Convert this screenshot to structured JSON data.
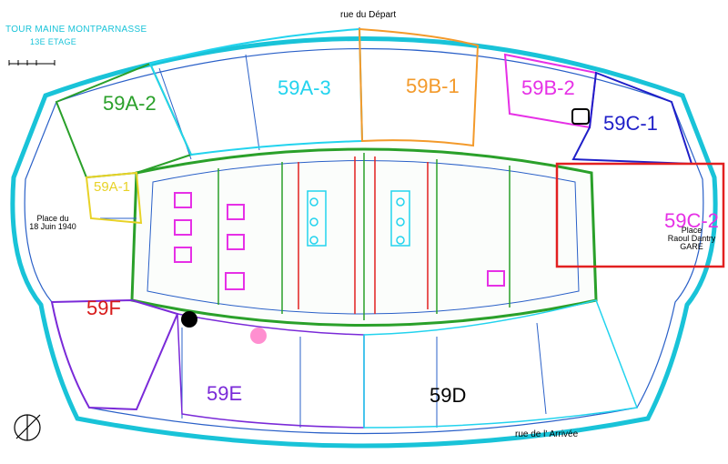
{
  "title": {
    "building": "TOUR MAINE MONTPARNASSE",
    "floor": "13E ETAGE"
  },
  "streets": {
    "north": "rue du Départ",
    "south": "rue de l' Arrivée"
  },
  "places": {
    "west_line1": "Place du",
    "west_line2": "18 Juin 1940",
    "east_line1": "Place",
    "east_line2": "Raoul Dantry",
    "east_line3": "GARE"
  },
  "zones": [
    {
      "label": "59A-2",
      "color": "#2aa02a"
    },
    {
      "label": "59A-3",
      "color": "#22d3ee"
    },
    {
      "label": "59B-1",
      "color": "#f39a2b"
    },
    {
      "label": "59B-2",
      "color": "#e630e6"
    },
    {
      "label": "59C-1",
      "color": "#1f1fc8"
    },
    {
      "label": "59A-1",
      "color": "#e8d227"
    },
    {
      "label": "59C-2",
      "color": "#e630e6"
    },
    {
      "label": "59F",
      "color": "#d81b1b"
    },
    {
      "label": "59E",
      "color": "#7a2ad8"
    },
    {
      "label": "59D",
      "color": "#000000"
    }
  ],
  "highlight_color": "#e22020",
  "markers": [
    {
      "name": "black-dot",
      "color": "#000000"
    },
    {
      "name": "pink-dot",
      "color": "#ff8fd0"
    }
  ]
}
